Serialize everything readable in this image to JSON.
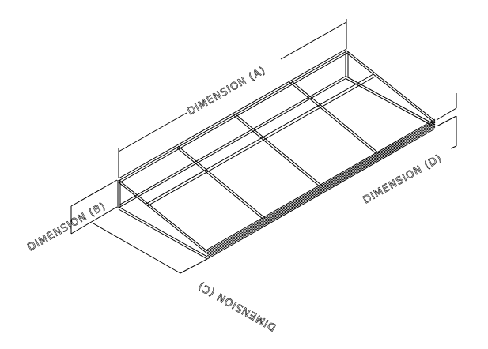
{
  "drawing": {
    "type": "isometric awning frame drawing",
    "background": "#ffffff",
    "line_color": "#000000",
    "dimensions": {
      "a": "DIMENSION (A)",
      "b": "DIMENSION (B)",
      "c": "DIMENSION (C)",
      "d": "DIMENSION (D)"
    }
  }
}
